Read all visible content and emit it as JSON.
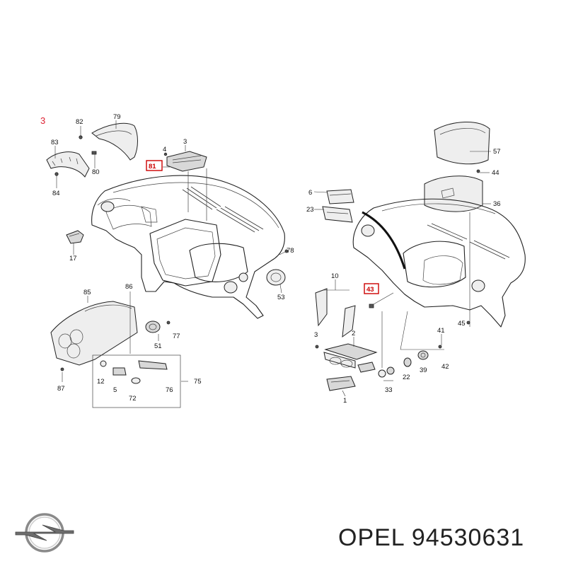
{
  "diagram": {
    "section_number": "3",
    "callouts": [
      {
        "id": "c79",
        "text": "79"
      },
      {
        "id": "c82",
        "text": "82"
      },
      {
        "id": "c83",
        "text": "83"
      },
      {
        "id": "c80",
        "text": "80"
      },
      {
        "id": "c84",
        "text": "84"
      },
      {
        "id": "c4",
        "text": "4"
      },
      {
        "id": "c3a",
        "text": "3"
      },
      {
        "id": "c81",
        "text": "81",
        "highlighted": true
      },
      {
        "id": "c17",
        "text": "17"
      },
      {
        "id": "c78",
        "text": "78"
      },
      {
        "id": "c53",
        "text": "53"
      },
      {
        "id": "c85",
        "text": "85"
      },
      {
        "id": "c86",
        "text": "86"
      },
      {
        "id": "c77",
        "text": "77"
      },
      {
        "id": "c51",
        "text": "51"
      },
      {
        "id": "c87",
        "text": "87"
      },
      {
        "id": "c12",
        "text": "12"
      },
      {
        "id": "c5",
        "text": "5"
      },
      {
        "id": "c72",
        "text": "72"
      },
      {
        "id": "c76",
        "text": "76"
      },
      {
        "id": "c75",
        "text": "75"
      },
      {
        "id": "c57",
        "text": "57"
      },
      {
        "id": "c44",
        "text": "44"
      },
      {
        "id": "c6",
        "text": "6"
      },
      {
        "id": "c23",
        "text": "23"
      },
      {
        "id": "c36",
        "text": "36"
      },
      {
        "id": "c10",
        "text": "10"
      },
      {
        "id": "c43",
        "text": "43",
        "highlighted": true
      },
      {
        "id": "c3b",
        "text": "3"
      },
      {
        "id": "c2",
        "text": "2"
      },
      {
        "id": "c41",
        "text": "41"
      },
      {
        "id": "c45",
        "text": "45"
      },
      {
        "id": "c39",
        "text": "39"
      },
      {
        "id": "c42",
        "text": "42"
      },
      {
        "id": "c22",
        "text": "22"
      },
      {
        "id": "c33",
        "text": "33"
      },
      {
        "id": "c1",
        "text": "1"
      }
    ]
  },
  "brand": {
    "name": "OPEL",
    "part_number": "94530631",
    "caption": "OPEL 94530631",
    "logo_icon": "opel-blitz-logo"
  },
  "colors": {
    "highlight": "#cc0000",
    "line": "#222222",
    "background": "#ffffff"
  }
}
